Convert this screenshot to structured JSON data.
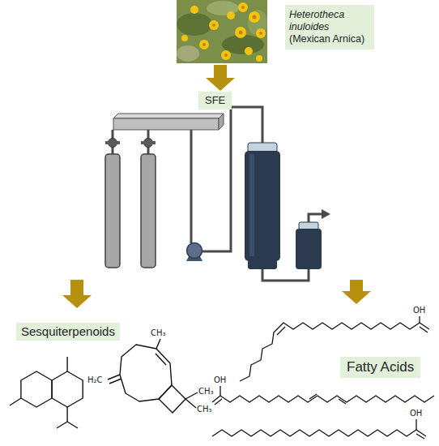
{
  "diagram": {
    "nodes": [
      {
        "text": [
          "Heterotheca inuloides",
          "(Mexican Arnica)"
        ]
      },
      {
        "text": [
          "SFE"
        ]
      },
      {
        "text": [
          "Sesquiterpenoids"
        ]
      },
      {
        "text": [
          "Fatty Acids"
        ]
      }
    ],
    "edges": [
      {
        "from": 0,
        "to": 1,
        "arrow": "to"
      },
      {
        "from": 1,
        "to": 2,
        "arrow": "to"
      },
      {
        "from": 1,
        "to": 3,
        "arrow": "to"
      }
    ],
    "labels": [
      "CH₃",
      "H₂C",
      "CH₃",
      "CH₃",
      "OH",
      "OH",
      "OH"
    ]
  }
}
